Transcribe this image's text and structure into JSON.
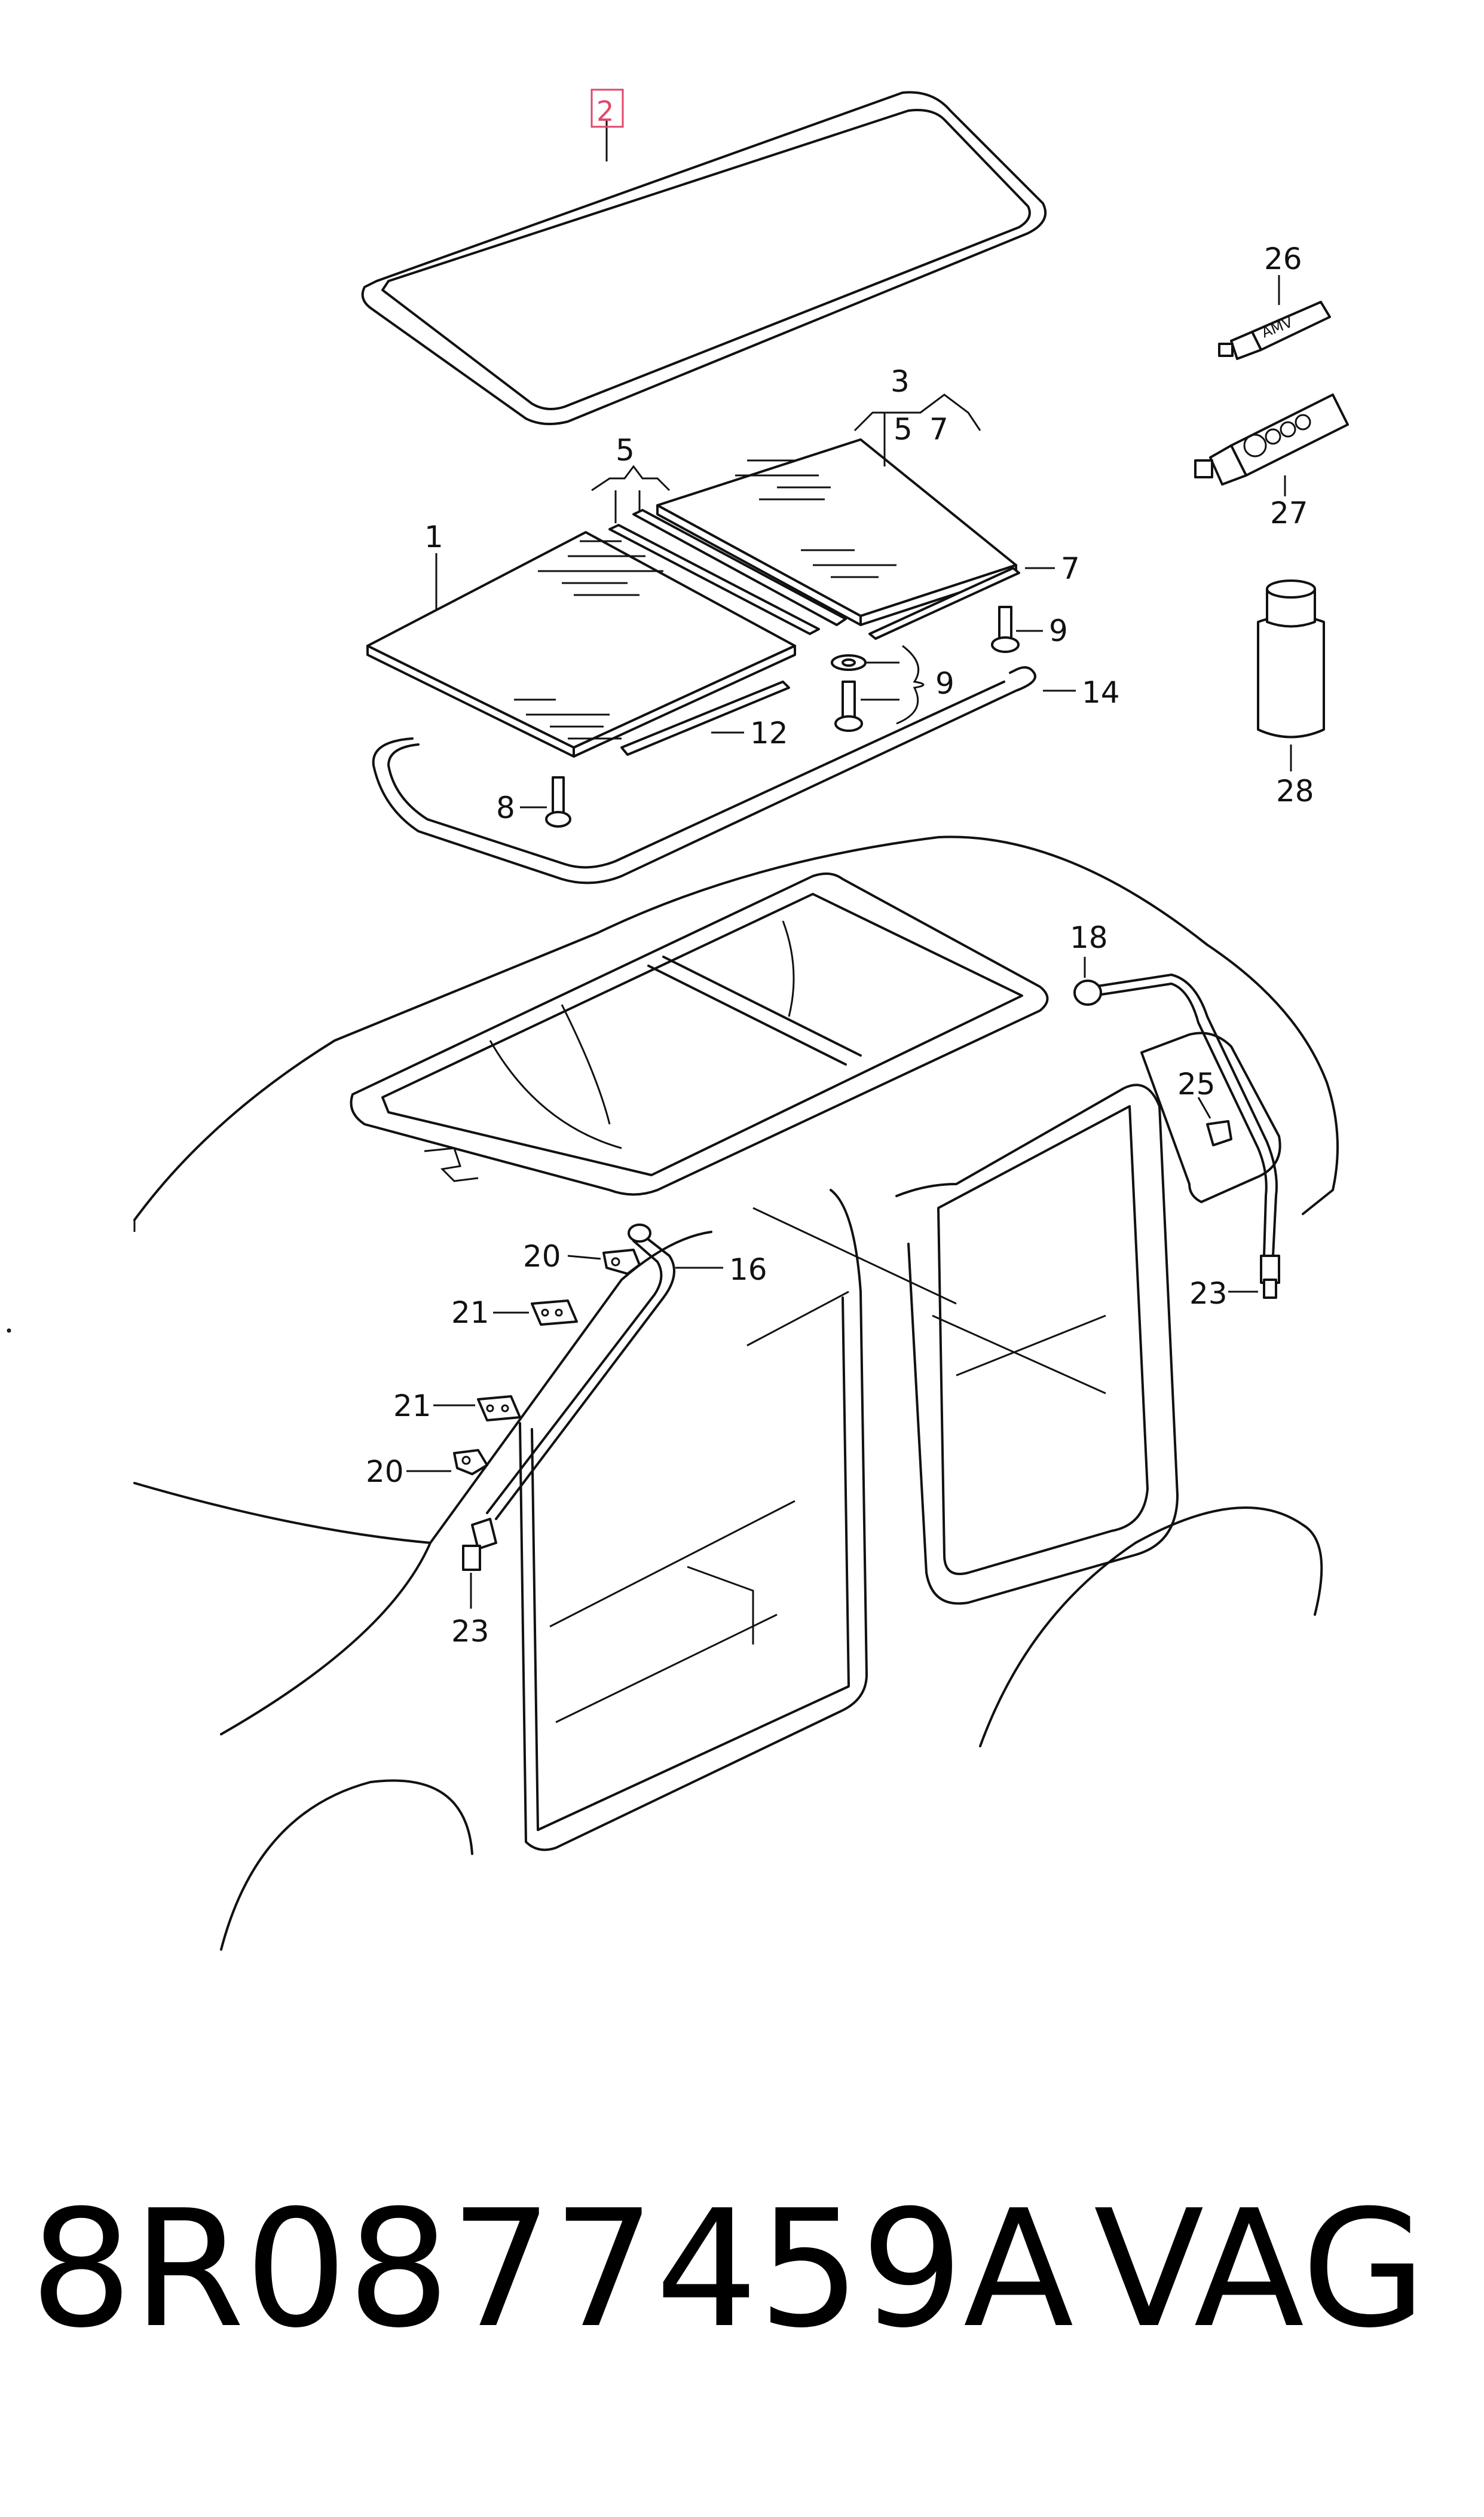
{
  "diagram": {
    "callouts": {
      "c2": "2",
      "c3": "3",
      "c3_sub_5": "5",
      "c3_sub_7": "7",
      "c5": "5",
      "c1": "1",
      "c7": "7",
      "c9a": "9",
      "c9b": "9",
      "c12": "12",
      "c14": "14",
      "c8": "8",
      "c26": "26",
      "c27": "27",
      "c28": "28",
      "c18": "18",
      "c25": "25",
      "c23a": "23",
      "c20a": "20",
      "c16": "16",
      "c21a": "21",
      "c21b": "21",
      "c20b": "20",
      "c23b": "23"
    },
    "tube_26_label": "AMV",
    "highlight_color": "#e0476a"
  },
  "caption": {
    "part_number": "8R0877459A",
    "brand": "VAG"
  }
}
